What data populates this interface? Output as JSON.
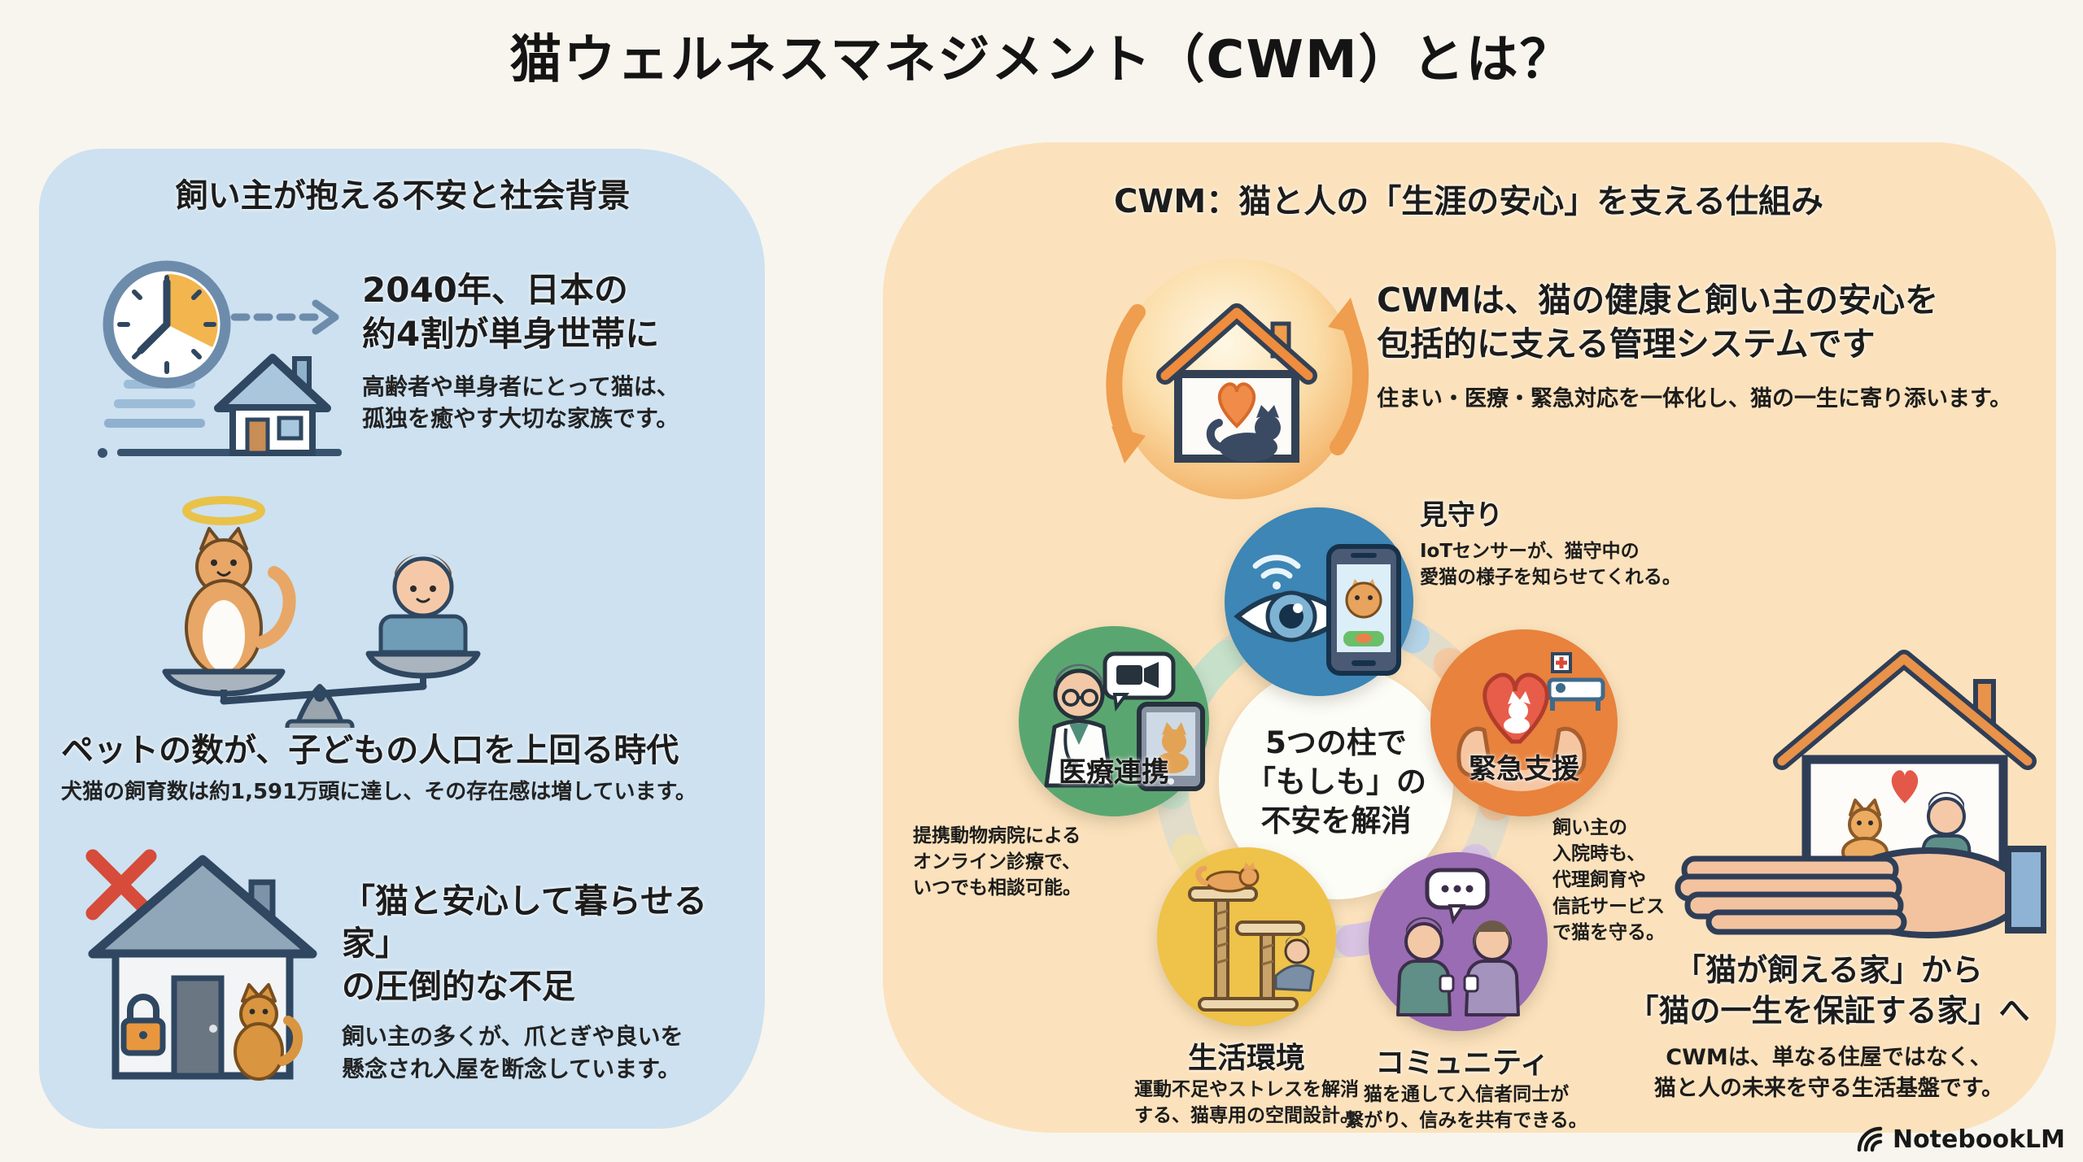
{
  "title": "猫ウェルネスマネジメント（CWM）とは？",
  "left_panel": {
    "header": "飼い主が抱える不安と社会背景",
    "bg_color": "#cde1f0",
    "blocks": [
      {
        "icon": "clock-house-icon",
        "title": "2040年、日本の\n約4割が単身世帯に",
        "body": "高齢者や単身者にとって猫は、\n孤独を癒やす大切な家族です。"
      },
      {
        "icon": "pet-child-scale-icon",
        "title": "ペットの数が、子どもの人口を上回る時代",
        "body": "犬猫の飼育数は約1,591万頭に達し、その存在感は増しています。"
      },
      {
        "icon": "no-cat-house-icon",
        "title": "「猫と安心して暮らせる家」\nの圧倒的な不足",
        "body": "飼い主の多くが、爪とぎや良いを\n懸念され入屋を断念しています。"
      }
    ]
  },
  "right_panel": {
    "header": "CWM：猫と人の「生涯の安心」を支える仕組み",
    "bg_color": "#fbe2bc",
    "intro": {
      "icon": "cwm-orb-house-cat-icon",
      "title": "CWMは、猫の健康と飼い主の安心を\n包括的に支える管理システムです",
      "body": "住まい・医療・緊急対応を一体化し、猫の一生に寄り添います。"
    },
    "hub": {
      "center_text": "5つの柱で\n「もしも」の\n不安を解消",
      "pillars": [
        {
          "label": "見守り",
          "color": "#3d86b5",
          "desc": "IoTセンサーが、猫守中の\n愛猫の様子を知らせてくれる。"
        },
        {
          "label": "医療連携",
          "color": "#5aa671",
          "desc": "提携動物病院による\nオンライン診療で、\nいつでも相談可能。"
        },
        {
          "label": "緊急支援",
          "color": "#e8823c",
          "desc": "飼い主の\n入院時も、\n代理飼育や\n信託サービス\nで猫を守る。"
        },
        {
          "label": "生活環境",
          "color": "#efc24a",
          "desc": "運動不足やストレスを解消\nする、猫専用の空間設計。"
        },
        {
          "label": "コミュニティ",
          "color": "#9a6cb4",
          "desc": "猫を通して入信者同士が\n繋がり、信みを共有できる。"
        }
      ]
    },
    "outro": {
      "icon": "hand-holding-house-icon",
      "title": "「猫が飼える家」から\n「猫の一生を保証する家」へ",
      "body": "CWMは、単なる住屋ではなく、\n猫と人の未来を守る生活基盤です。"
    }
  },
  "watermark": "NotebookLM"
}
